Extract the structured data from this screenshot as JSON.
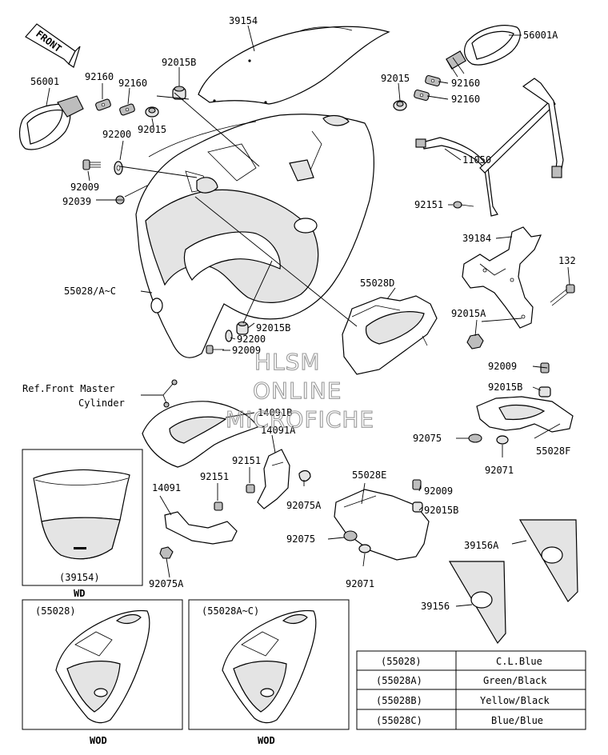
{
  "front_label": "FRONT",
  "parts": {
    "p39154": "39154",
    "p56001A": "56001A",
    "p56001": "56001",
    "p92160_a": "92160",
    "p92160_b": "92160",
    "p92015B_a": "92015B",
    "p92015_a": "92015",
    "p92160_c": "92160",
    "p92160_d": "92160",
    "p92200_a": "92200",
    "p92015_b": "92015",
    "p11050": "11050",
    "p92009_a": "92009",
    "p92039": "92039",
    "p92151_a": "92151",
    "p39184": "39184",
    "p132": "132",
    "p55028AC": "55028/A~C",
    "p55028D": "55028D",
    "p92015A_a": "92015A",
    "p92015B_b": "92015B",
    "p92200_b": "92200",
    "p92009_b": "92009",
    "p92009_c": "92009",
    "p92015B_c": "92015B",
    "p14091B": "14091B",
    "p14091A": "14091A",
    "p92075_a": "92075",
    "p55028F": "55028F",
    "p92151_b": "92151",
    "p92071_a": "92071",
    "p14091": "14091",
    "p92151_c": "92151",
    "p92075A_a": "92075A",
    "p55028E": "55028E",
    "p92009_d": "92009",
    "p92015B_d": "92015B",
    "p92075_b": "92075",
    "p92075A_b": "92075A",
    "p92071_b": "92071",
    "p39156A": "39156A",
    "p39156": "39156"
  },
  "ref_note": {
    "line1": "Ref.Front Master",
    "line2": "Cylinder"
  },
  "watermark": {
    "line1": "HLSM",
    "line2": "ONLINE",
    "line3": "MICROFICHE"
  },
  "windshield_box": {
    "part": "(39154)",
    "caption": "WD"
  },
  "variant_boxes": [
    {
      "part": "(55028)",
      "caption": "WOD"
    },
    {
      "part": "(55028A~C)",
      "caption": "WOD"
    }
  ],
  "color_table": {
    "rows": [
      {
        "code": "(55028)",
        "color": "C.L.Blue"
      },
      {
        "code": "(55028A)",
        "color": "Green/Black"
      },
      {
        "code": "(55028B)",
        "color": "Yellow/Black"
      },
      {
        "code": "(55028C)",
        "color": "Blue/Blue"
      }
    ]
  }
}
